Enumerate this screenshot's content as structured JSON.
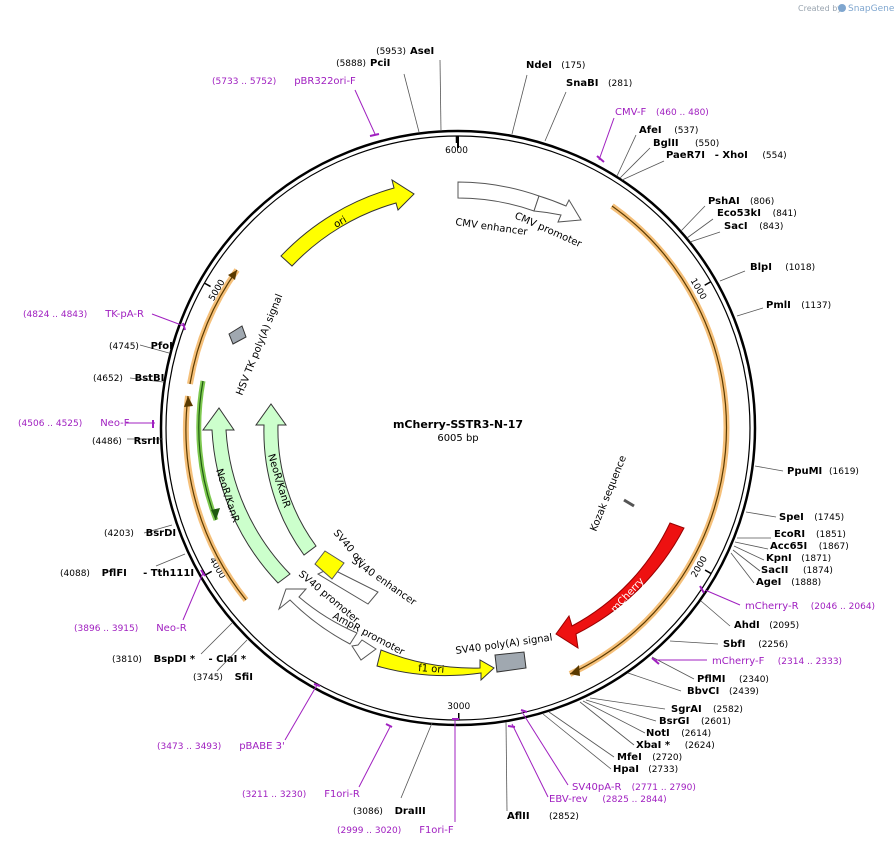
{
  "credit": {
    "prefix": "Created by",
    "brand": "SnapGene"
  },
  "plasmid": {
    "name": "mCherry-SSTR3-N-17",
    "size": "6005 bp"
  },
  "ticks": [
    {
      "label": "6000",
      "pos": 6000
    },
    {
      "label": "1000",
      "pos": 1000
    },
    {
      "label": "2000",
      "pos": 2000
    },
    {
      "label": "3000",
      "pos": 3000
    },
    {
      "label": "4000",
      "pos": 4000
    },
    {
      "label": "5000",
      "pos": 5000
    }
  ],
  "sites": [
    {
      "name": "AseI",
      "pos": "(5953)",
      "bp": 5953
    },
    {
      "name": "PciI",
      "pos": "(5888)",
      "bp": 5888
    },
    {
      "name": "NdeI",
      "pos": "(175)",
      "bp": 175
    },
    {
      "name": "SnaBI",
      "pos": "(281)",
      "bp": 281
    },
    {
      "name": "AfeI",
      "pos": "(537)",
      "bp": 537
    },
    {
      "name": "BglII",
      "pos": "(550)",
      "bp": 550
    },
    {
      "name": "PaeR7I",
      "extra": "- XhoI",
      "pos": "(554)",
      "bp": 554
    },
    {
      "name": "PshAI",
      "pos": "(806)",
      "bp": 806
    },
    {
      "name": "Eco53kI",
      "pos": "(841)",
      "bp": 841
    },
    {
      "name": "SacI",
      "pos": "(843)",
      "bp": 843
    },
    {
      "name": "BlpI",
      "pos": "(1018)",
      "bp": 1018
    },
    {
      "name": "PmlI",
      "pos": "(1137)",
      "bp": 1137
    },
    {
      "name": "PpuMI",
      "pos": "(1619)",
      "bp": 1619
    },
    {
      "name": "SpeI",
      "pos": "(1745)",
      "bp": 1745
    },
    {
      "name": "EcoRI",
      "pos": "(1851)",
      "bp": 1851
    },
    {
      "name": "Acc65I",
      "pos": "(1867)",
      "bp": 1867
    },
    {
      "name": "KpnI",
      "pos": "(1871)",
      "bp": 1871
    },
    {
      "name": "SacII",
      "pos": "(1874)",
      "bp": 1874
    },
    {
      "name": "AgeI",
      "pos": "(1888)",
      "bp": 1888
    },
    {
      "name": "AhdI",
      "pos": "(2095)",
      "bp": 2095
    },
    {
      "name": "SbfI",
      "pos": "(2256)",
      "bp": 2256
    },
    {
      "name": "PflMI",
      "pos": "(2340)",
      "bp": 2340
    },
    {
      "name": "BbvCI",
      "pos": "(2439)",
      "bp": 2439
    },
    {
      "name": "SgrAI",
      "pos": "(2582)",
      "bp": 2582
    },
    {
      "name": "BsrGI",
      "pos": "(2601)",
      "bp": 2601
    },
    {
      "name": "NotI",
      "pos": "(2614)",
      "bp": 2614
    },
    {
      "name": "XbaI *",
      "pos": "(2624)",
      "bp": 2624
    },
    {
      "name": "MfeI",
      "pos": "(2720)",
      "bp": 2720
    },
    {
      "name": "HpaI",
      "pos": "(2733)",
      "bp": 2733
    },
    {
      "name": "AflII",
      "pos": "(2852)",
      "bp": 2852
    },
    {
      "name": "DraIII",
      "pos": "(3086)",
      "bp": 3086
    },
    {
      "name": "SfiI",
      "pos": "(3745)",
      "bp": 3745
    },
    {
      "name": "BspDI *",
      "extra": "- ClaI *",
      "pos": "(3810)",
      "bp": 3810
    },
    {
      "name": "PflFI",
      "extra": "- Tth111I",
      "pos": "(4088)",
      "bp": 4088
    },
    {
      "name": "BsrDI",
      "pos": "(4203)",
      "bp": 4203
    },
    {
      "name": "RsrII",
      "pos": "(4486)",
      "bp": 4486
    },
    {
      "name": "BstBI",
      "pos": "(4652)",
      "bp": 4652
    },
    {
      "name": "PfoI",
      "pos": "(4745)",
      "bp": 4745
    }
  ],
  "primers": [
    {
      "name": "pBR322ori-F",
      "range": "(5733 .. 5752)"
    },
    {
      "name": "CMV-F",
      "range": "(460 .. 480)"
    },
    {
      "name": "mCherry-R",
      "range": "(2046 .. 2064)"
    },
    {
      "name": "mCherry-F",
      "range": "(2314 .. 2333)"
    },
    {
      "name": "SV40pA-R",
      "range": "(2771 .. 2790)"
    },
    {
      "name": "EBV-rev",
      "range": "(2825 .. 2844)"
    },
    {
      "name": "F1ori-F",
      "range": "(2999 .. 3020)"
    },
    {
      "name": "F1ori-R",
      "range": "(3211 .. 3230)"
    },
    {
      "name": "pBABE 3'",
      "range": "(3473 .. 3493)"
    },
    {
      "name": "Neo-R",
      "range": "(3896 .. 3915)"
    },
    {
      "name": "Neo-F",
      "range": "(4506 .. 4525)"
    },
    {
      "name": "TK-pA-R",
      "range": "(4824 .. 4843)"
    }
  ],
  "features": {
    "cmv_enhancer": "CMV enhancer",
    "cmv_promoter": "CMV promoter",
    "kozak": "Kozak sequence",
    "mcherry": "mCherry",
    "sv40_polya": "SV40 poly(A) signal",
    "f1_ori": "f1 ori",
    "ampr_promoter": "AmpR promoter",
    "sv40_promoter": "SV40 promoter",
    "sv40_enhancer": "SV40 enhancer",
    "sv40_ori": "SV40 ori",
    "neor_inner": "NeoR/KanR",
    "neor_outer": "NeoR/KanR",
    "hsv_tk": "HSV TK poly(A) signal",
    "ori": "ori"
  },
  "colors": {
    "primer": "#a020c0",
    "mcherry": "#ee1111",
    "ori": "#ffff00",
    "neo": "#ccffcc",
    "orf": "#f5a623",
    "terminator": "#a0a8b0"
  }
}
